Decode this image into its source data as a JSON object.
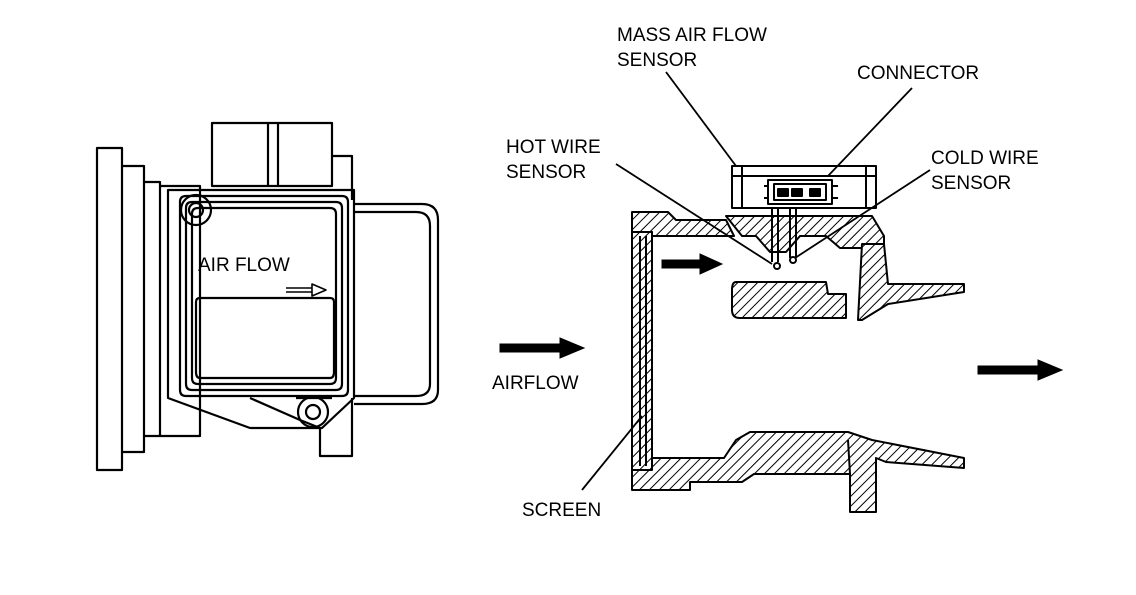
{
  "figure": {
    "left_unit": {
      "body_label": "AIR FLOW"
    },
    "callouts": {
      "maf_line1": "MASS AIR FLOW",
      "maf_line2": "SENSOR",
      "connector": "CONNECTOR",
      "hot_wire_line1": "HOT WIRE",
      "hot_wire_line2": "SENSOR",
      "cold_wire_line1": "COLD WIRE",
      "cold_wire_line2": "SENSOR",
      "airflow": "AIRFLOW",
      "screen": "SCREEN"
    },
    "colors": {
      "ink": "#000000",
      "paper": "#ffffff"
    }
  }
}
